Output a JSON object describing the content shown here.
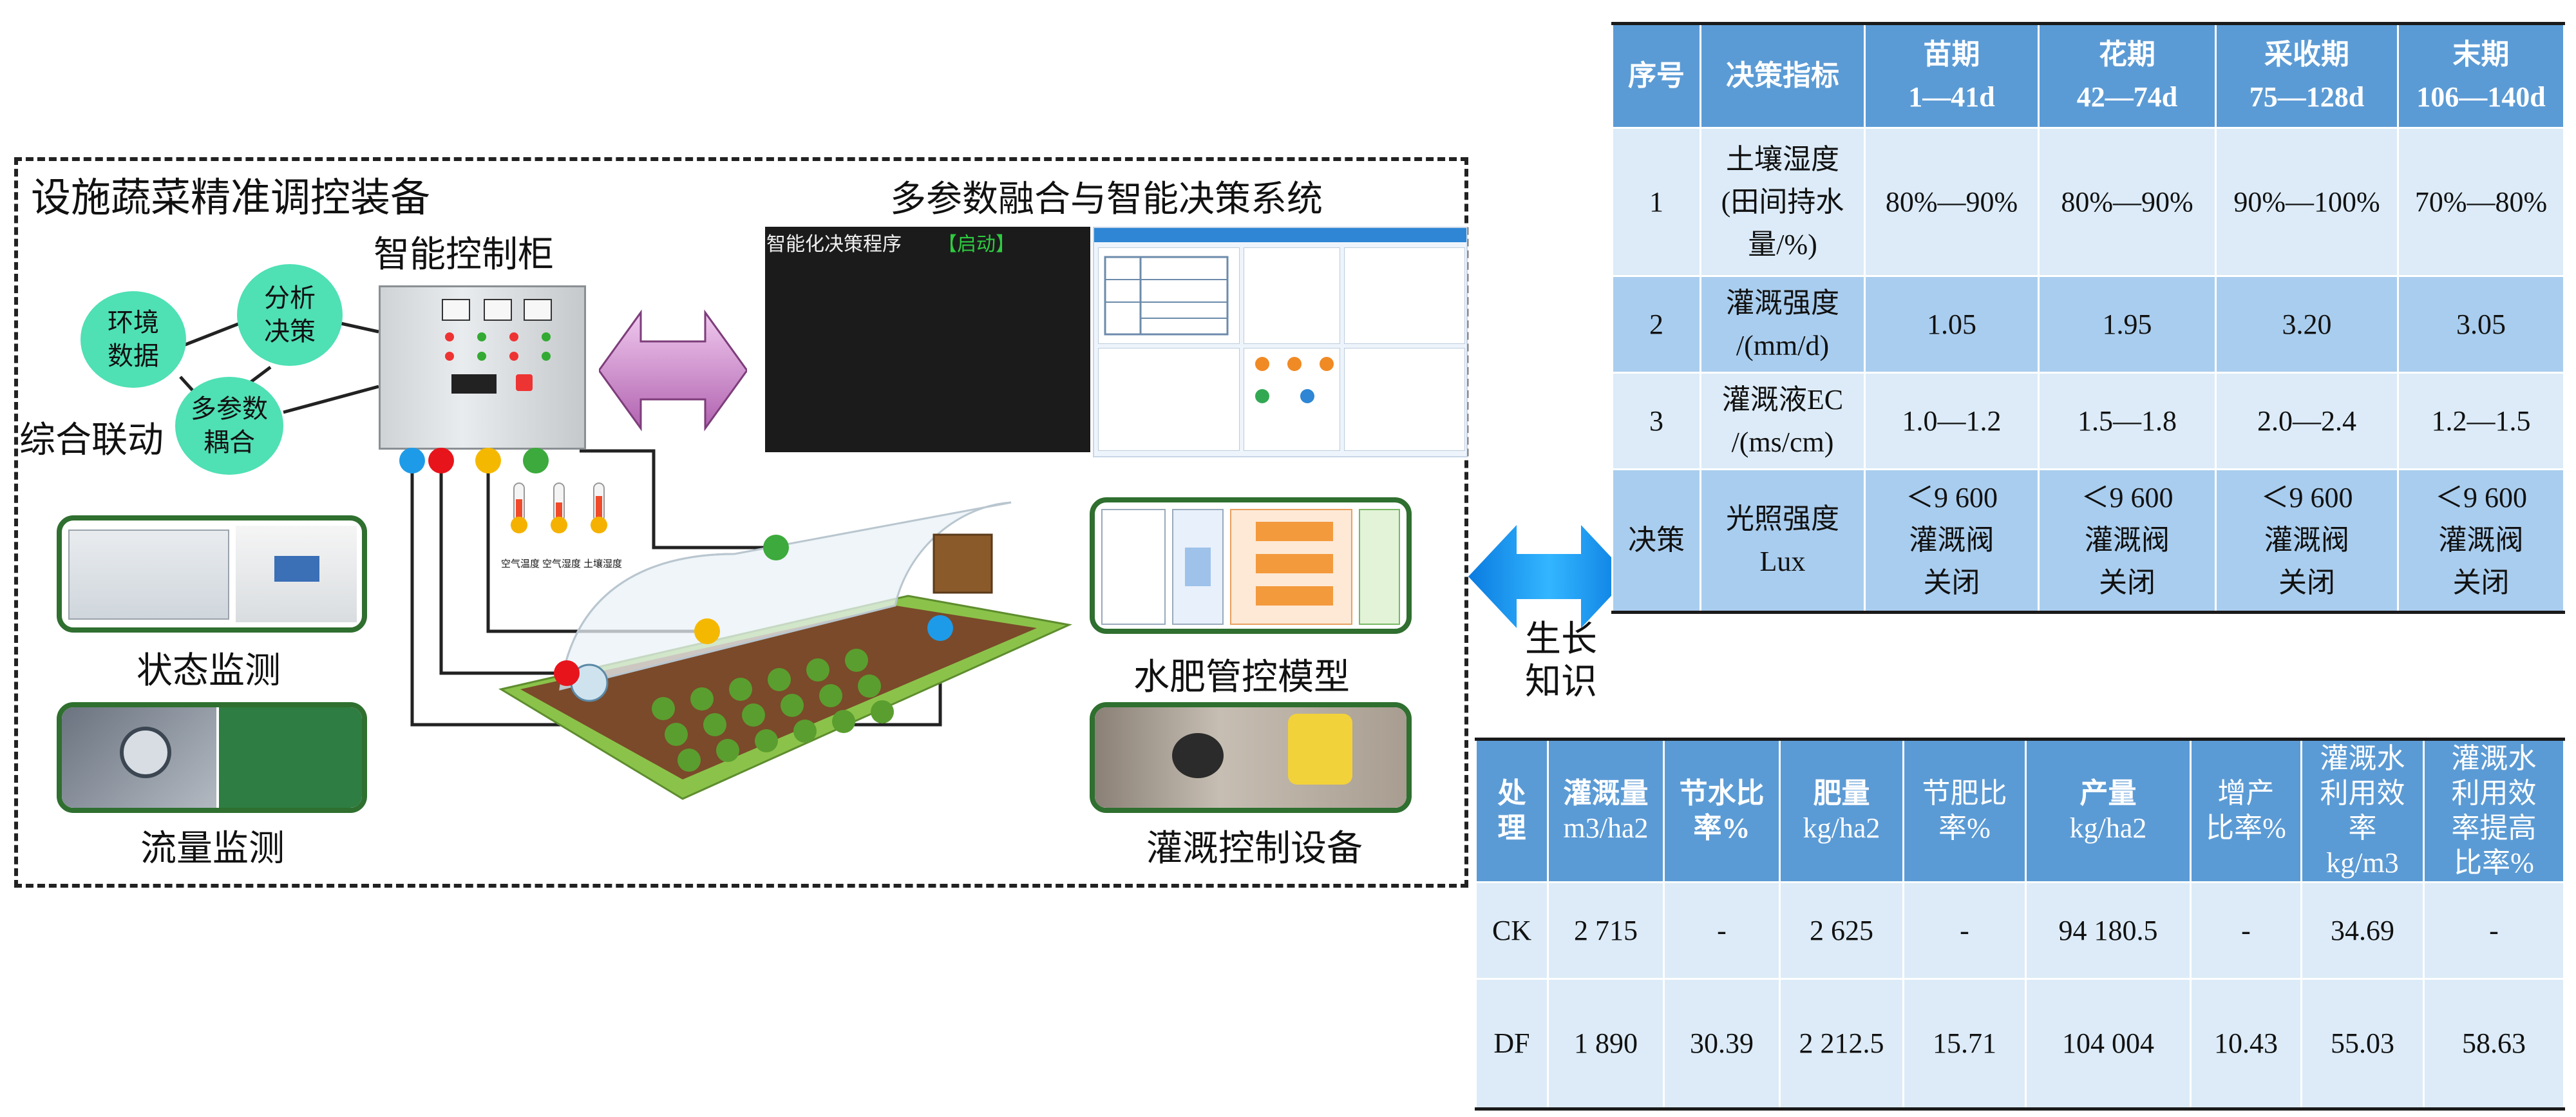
{
  "left_panel": {
    "title": "设施蔬菜精准调控装备",
    "cabinet_label": "智能控制柜",
    "system_title": "多参数融合与智能决策系统",
    "program_title": "智能化决策程序",
    "program_status": "【启动】",
    "bubbles": {
      "env": [
        "环境",
        "数据"
      ],
      "analysis": [
        "分析",
        "决策"
      ],
      "fusion": [
        "多参数",
        "耦合"
      ]
    },
    "linkage_label": "综合联动",
    "state_label": "状态监测",
    "flow_label": "流量监测",
    "model_label": "水肥管控模型",
    "device_label": "灌溉控制设备",
    "sensor_labels": [
      "空气温度",
      "空气湿度",
      "土壤湿度"
    ],
    "arrow_label": [
      "生长",
      "知识"
    ]
  },
  "top_table": {
    "headers": [
      "序号",
      "决策指标",
      "苗期\n1—41d",
      "花期\n42—74d",
      "采收期\n75—128d",
      "末期\n106—140d"
    ],
    "rows": [
      [
        "1",
        "土壤湿度\n(田间持水\n量/%)",
        "80%—90%",
        "80%—90%",
        "90%—100%",
        "70%—80%"
      ],
      [
        "2",
        "灌溉强度\n/(mm/d)",
        "1.05",
        "1.95",
        "3.20",
        "3.05"
      ],
      [
        "3",
        "灌溉液EC\n/(ms/cm)",
        "1.0—1.2",
        "1.5—1.8",
        "2.0—2.4",
        "1.2—1.5"
      ],
      [
        "决策",
        "光照强度\nLux",
        "＜9 600\n灌溉阀\n关闭",
        "＜9 600\n灌溉阀\n关闭",
        "＜9 600\n灌溉阀\n关闭",
        "＜9 600\n灌溉阀\n关闭"
      ]
    ]
  },
  "bottom_table": {
    "headers": [
      {
        "main": "处\n理",
        "bold": true
      },
      {
        "main": "灌溉量",
        "sub": "m3/ha2",
        "bold": true
      },
      {
        "main": "节水比\n率%",
        "bold": true
      },
      {
        "main": "肥量",
        "sub": "kg/ha2",
        "bold": true
      },
      {
        "main": "节肥比\n率%",
        "bold": false
      },
      {
        "main": "产量",
        "sub": "kg/ha2",
        "bold": true
      },
      {
        "main": "增产\n比率%",
        "bold": false
      },
      {
        "main": "灌溉水\n利用效\n率\nkg/m3",
        "bold": false
      },
      {
        "main": "灌溉水\n利用效\n率提高\n比率%",
        "bold": false
      }
    ],
    "rows": [
      [
        "CK",
        "2 715",
        "-",
        "2 625",
        "-",
        "94 180.5",
        "-",
        "34.69",
        "-"
      ],
      [
        "DF",
        "1 890",
        "30.39",
        "2 212.5",
        "15.71",
        "104 004",
        "10.43",
        "55.03",
        "58.63"
      ]
    ]
  },
  "colors": {
    "bubble": "#4fe0b4",
    "header_blue": "#5b9bd5",
    "row_light": "#dcebf7",
    "row_mid": "#a9cdee",
    "frame_green": "#2f6f2f",
    "arrow_purple": "#c47ac0",
    "arrow_blue": "#1e90ff",
    "dot_blue": "#1e9be8",
    "dot_red": "#e8141b",
    "dot_yellow": "#f5b800",
    "dot_green": "#3caa3c"
  }
}
